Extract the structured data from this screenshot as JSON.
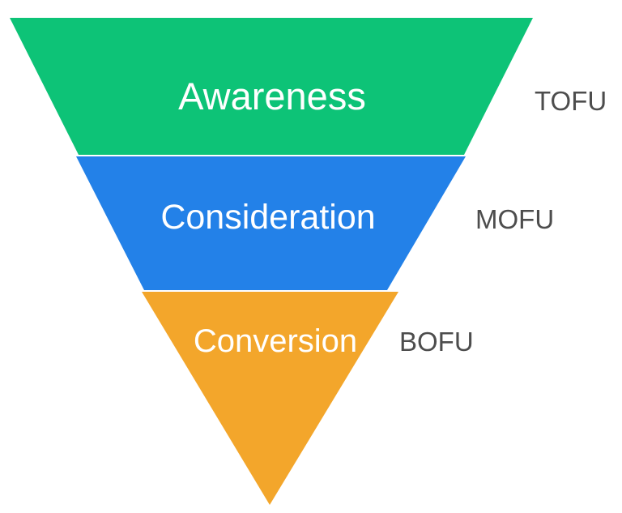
{
  "funnel": {
    "background_color": "#ffffff",
    "stage_label_color": "#ffffff",
    "side_label_color": "#4d4d4d",
    "stages": [
      {
        "label": "Awareness",
        "side_label": "TOFU",
        "color": "#0dc377"
      },
      {
        "label": "Consideration",
        "side_label": "MOFU",
        "color": "#2381e8"
      },
      {
        "label": "Conversion",
        "side_label": "BOFU",
        "color": "#f3a62b"
      }
    ]
  }
}
